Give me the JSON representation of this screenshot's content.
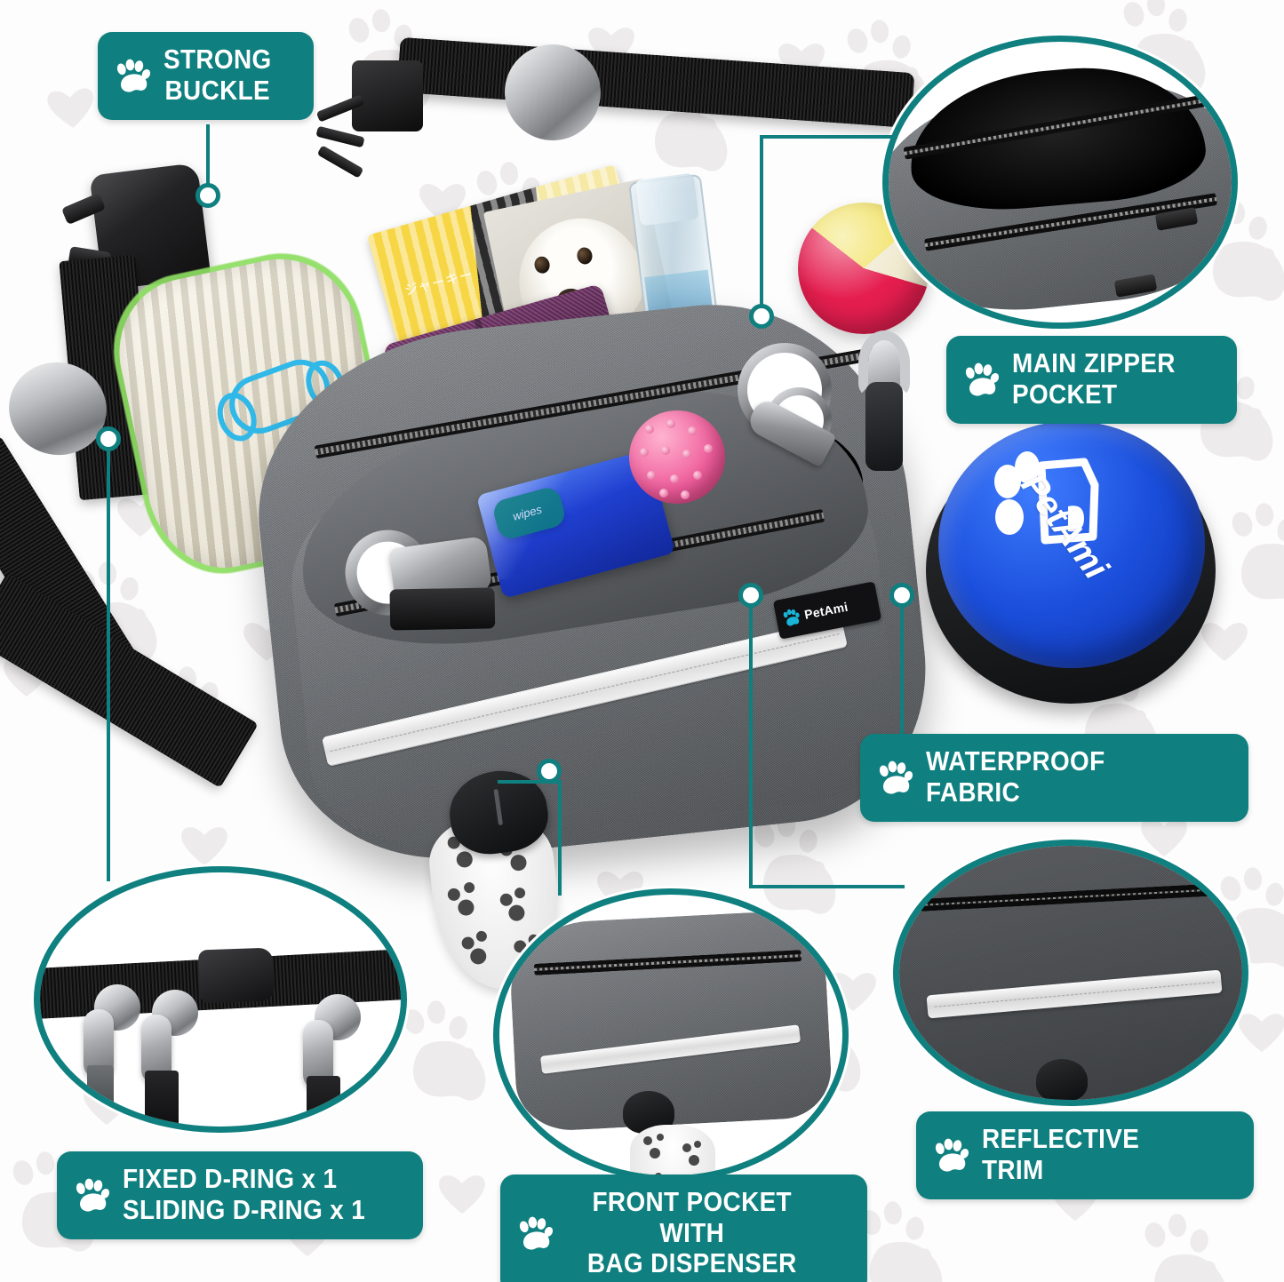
{
  "brand": {
    "name": "PetAmi",
    "teal": "#0f7f7f",
    "bowl_blue": "#1b4fdc",
    "tag_text": "PetAmi",
    "bowl_text": "PetAmi"
  },
  "labels": [
    {
      "id": "strong-buckle",
      "icon": "paw-icon",
      "text": "STRONG\nBUCKLE",
      "align": "center"
    },
    {
      "id": "main-zipper-pocket",
      "icon": "paw-icon",
      "text": "MAIN ZIPPER\nPOCKET",
      "align": "left"
    },
    {
      "id": "waterproof-fabric",
      "icon": "paw-icon",
      "text": "WATERPROOF FABRIC",
      "align": "left"
    },
    {
      "id": "fixed-sliding-dring",
      "icon": "paw-icon",
      "text": "FIXED D-RING x 1\nSLIDING D-RING x 1",
      "align": "left"
    },
    {
      "id": "front-pocket-bag-dispenser",
      "icon": "paw-icon",
      "text": "FRONT POCKET WITH\nBAG DISPENSER",
      "align": "center"
    },
    {
      "id": "reflective-trim",
      "icon": "paw-icon",
      "text": "REFLECTIVE TRIM",
      "align": "left"
    }
  ],
  "insets": [
    {
      "id": "main-zipper-pocket-photo",
      "caption_ref": "main-zipper-pocket"
    },
    {
      "id": "dring-belt-photo",
      "caption_ref": "fixed-sliding-dring"
    },
    {
      "id": "front-pocket-photo",
      "caption_ref": "front-pocket-bag-dispenser"
    },
    {
      "id": "reflective-trim-photo",
      "caption_ref": "reflective-trim"
    }
  ],
  "product": {
    "type": "dog treat pouch / fanny pack",
    "body_color": "heather grey",
    "strap_color": "black",
    "accessories": [
      "plush bone toy",
      "treat pouch",
      "spray bottle",
      "purple wallet",
      "pink spiky ball",
      "blue wipes pack",
      "keys on ring",
      "leash carabiner",
      "tennis ball",
      "poop bag roll",
      "collapsible water bowl"
    ]
  }
}
